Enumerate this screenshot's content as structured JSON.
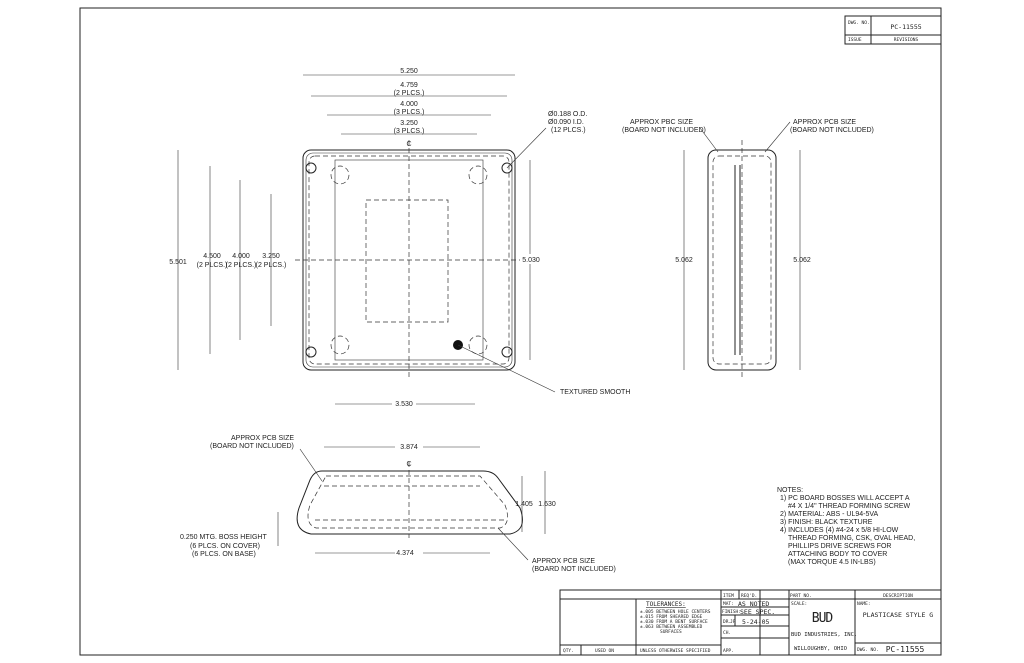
{
  "header_block": {
    "dwg_no_label": "DWG. NO.",
    "dwg_no": "PC-11555",
    "issue_label": "ISSUE",
    "revisions_label": "REVISIONS"
  },
  "top_view": {
    "dim_overall_width": "5.250",
    "dim_4759": "4.759",
    "dim_4759_q": "(2 PLCS.)",
    "dim_4000": "4.000",
    "dim_4000_q": "(3 PLCS.)",
    "dim_3250": "3.250",
    "dim_3250_q": "(3 PLCS.)",
    "hole_od": "Ø0.188 O.D.",
    "hole_id": "Ø0.090 I.D.",
    "hole_q": "(12 PLCS.)",
    "dim_height": "5.501",
    "dim_v4500": "4.500",
    "dim_v4500_q": "(2 PLCS.)",
    "dim_v4000": "4.000",
    "dim_v4000_q": "(2 PLCS.)",
    "dim_v3250": "3.250",
    "dim_v3250_q": "(2 PLCS.)",
    "dim_right": "5.030",
    "dim_bottom": "3.530",
    "textured_label": "TEXTURED SMOOTH",
    "centerline": "C"
  },
  "side_view": {
    "pbc_label_1": "APPROX PBC SIZE",
    "pbc_label_2": "(BOARD NOT INCLUDED)",
    "pcb_label_1": "APPROX PCB SIZE",
    "pcb_label_2": "(BOARD NOT INCLUDED)",
    "dim_left": "5.062",
    "dim_right": "5.062"
  },
  "front_view": {
    "pcb_top_1": "APPROX PCB SIZE",
    "pcb_top_2": "(BOARD NOT INCLUDED)",
    "dim_top": "3.874",
    "dim_bottom": "4.374",
    "dim_1405": "1.405",
    "dim_1630": "1.630",
    "boss_1": "0.250 MTG. BOSS HEIGHT",
    "boss_2": "(6 PLCS. ON COVER)",
    "boss_3": "(6 PLCS. ON BASE)",
    "pcb_bot_1": "APPROX PCB SIZE",
    "pcb_bot_2": "(BOARD NOT INCLUDED)",
    "centerline": "C"
  },
  "notes": {
    "title": "NOTES:",
    "lines": [
      "1) PC BOARD BOSSES WILL ACCEPT A",
      "#4 X 1/4\" THREAD FORMING SCREW",
      "2) MATERIAL: ABS - UL94-5VA",
      "3) FINISH: BLACK TEXTURE",
      "4) INCLUDES (4) #4-24 x 5/8 HI-LOW",
      "THREAD FORMING, CSK, OVAL HEAD,",
      "PHILLIPS DRIVE SCREWS FOR",
      "ATTACHING BODY TO COVER",
      "(MAX TORQUE 4.5 IN-LBS)"
    ]
  },
  "title_block": {
    "item": "ITEM",
    "reqd": "REQ'D.",
    "part_no": "PART NO.",
    "description": "DESCRIPTION",
    "tolerances": "TOLERANCES:",
    "tol_lines": [
      "±.005 BETWEEN HOLE CENTERS",
      "±.015 FROM SHEARED EDGE",
      "±.030 FROM A BENT SURFACE",
      "±.063 BETWEEN ASSEMBLED",
      "SURFACES"
    ],
    "unless": "UNLESS OTHERWISE SPECIFIED",
    "mat_label": "MAT:",
    "mat_value": "AS NOTED",
    "finish_label": "FINISH:",
    "finish_value": "SEE SPEC.",
    "dr_label": "DR.",
    "dr_value": "JP",
    "date": "5-24-05",
    "ch_label": "CH.",
    "app_label": "APP.",
    "scale_label": "SCALE:",
    "logo": "BUD",
    "company": "BUD INDUSTRIES, INC.",
    "city": "WILLOUGHBY, OHIO",
    "name_label": "NAME:",
    "name_value": "PLASTICASE STYLE G",
    "dwg_label": "DWG. NO.",
    "dwg_value": "PC-11555",
    "qty": "QTY.",
    "used_on": "USED ON"
  }
}
